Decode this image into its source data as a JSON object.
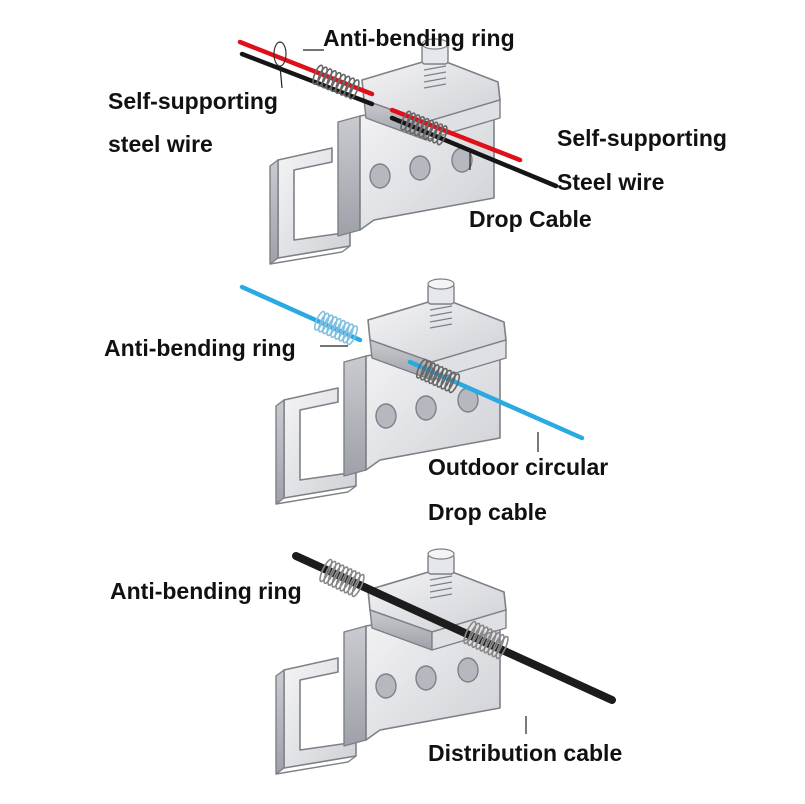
{
  "colors": {
    "background": "#ffffff",
    "text": "#111111",
    "metal_light": "#eeeef0",
    "metal_mid": "#d7d9dd",
    "metal_dark": "#a4a7ad",
    "outline": "#7d8086",
    "wire_red": "#e0101a",
    "wire_black": "#151515",
    "cable_blue": "#29aae3",
    "distribution_black": "#1c1c1c"
  },
  "icons": [
    "hook-bracket-icon",
    "clamp-icon",
    "bolt-icon",
    "spring-ring-icon",
    "leader-line-icon"
  ],
  "panel1": {
    "anti_bending_ring": "Anti-bending ring",
    "self_supporting_left": "Self-supporting",
    "steel_wire_left": "steel wire",
    "self_supporting_right": "Self-supporting",
    "steel_wire_right": "Steel wire",
    "drop_cable": "Drop Cable"
  },
  "panel2": {
    "anti_bending_ring": "Anti-bending ring",
    "outdoor_circular": "Outdoor circular",
    "drop_cable": "Drop cable"
  },
  "panel3": {
    "anti_bending_ring": "Anti-bending ring",
    "distribution_cable": "Distribution cable"
  }
}
